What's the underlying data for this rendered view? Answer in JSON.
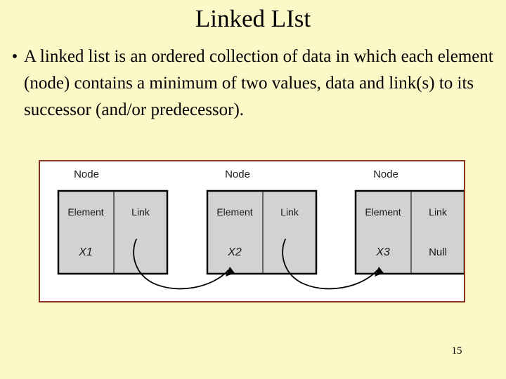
{
  "slide": {
    "title": "Linked LIst",
    "background_color": "#fcf8c8",
    "page_number": "15"
  },
  "body": {
    "bullet_marker": "•",
    "bullet_text": "A linked list is an ordered collection of data in which each element (node) contains  a minimum of two values, data and link(s) to its successor (and/or predecessor)."
  },
  "diagram": {
    "panel_border_color": "#8c3420",
    "panel_background": "#ffffff",
    "cell_fill": "#d2d2d2",
    "nodes": [
      {
        "node_label": "Node",
        "element_header": "Element",
        "link_header": "Link",
        "element_value": "X1",
        "link_value": ""
      },
      {
        "node_label": "Node",
        "element_header": "Element",
        "link_header": "Link",
        "element_value": "X2",
        "link_value": ""
      },
      {
        "node_label": "Node",
        "element_header": "Element",
        "link_header": "Link",
        "element_value": "X3",
        "link_value": "Null"
      }
    ],
    "arrows": [
      {
        "from": "node-1-link",
        "to": "node-2-element"
      },
      {
        "from": "node-2-link",
        "to": "node-3-element"
      }
    ]
  }
}
